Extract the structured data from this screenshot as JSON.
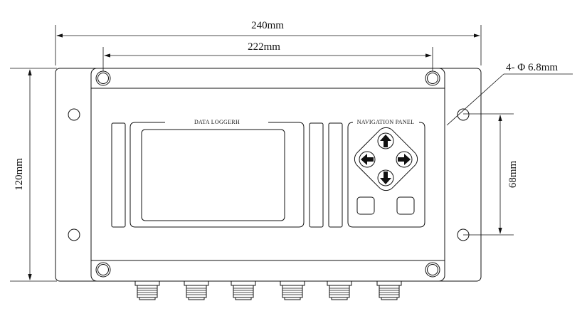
{
  "dimensions": {
    "overall_width": "240mm",
    "inner_width": "222mm",
    "height": "120mm",
    "hole_spacing": "68mm",
    "mounting_holes": "4- Φ 6.8mm"
  },
  "device": {
    "display_label": "DATA LOGGERH",
    "navigation_label": "NAVIGATION PANEL"
  },
  "icons": {
    "arrows": [
      "arrow-up-icon",
      "arrow-left-icon",
      "arrow-right-icon",
      "arrow-down-icon"
    ],
    "connector_count": 6
  }
}
